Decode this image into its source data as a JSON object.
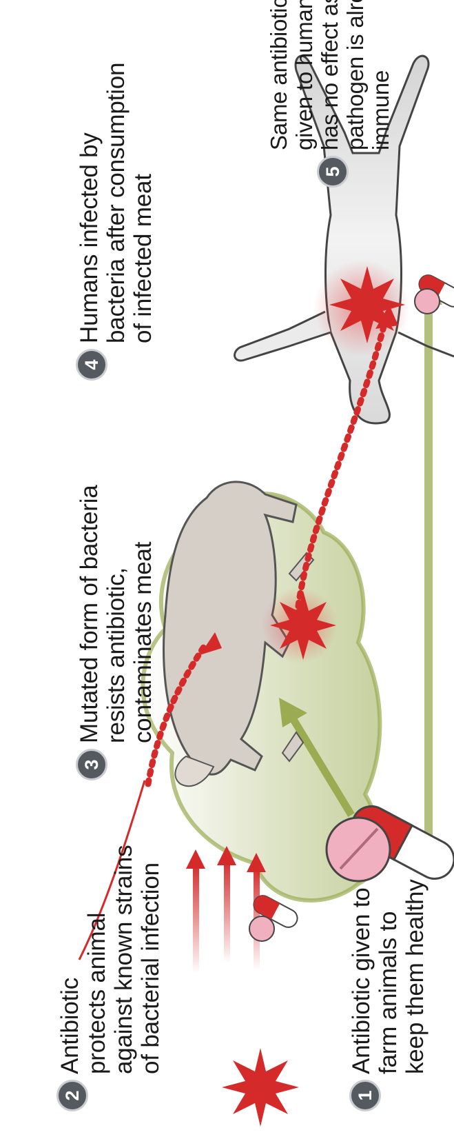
{
  "steps": [
    {
      "num": "1",
      "text": "Antibiotic given to\nfarm animals to\nkeep them healthy"
    },
    {
      "num": "2",
      "text": "Antibiotic\nprotects animal\nagainst known strains\nof bacterial infection"
    },
    {
      "num": "3",
      "text": "Mutated form of bacteria\nresists antibiotic,\ncontaminates meat"
    },
    {
      "num": "4",
      "text": "Humans infected by\nbacteria after consumption\nof infected meat"
    },
    {
      "num": "5",
      "text": "Same antibiotic\ngiven to humans\nhas no effect as the\npathogen is already\nimmune"
    }
  ],
  "colors": {
    "green": "#9aab52",
    "red": "#d42a2a",
    "pill_red": "#d42a2a",
    "pill_pink": "#f1b0bf",
    "badge": "#555a60",
    "body_fill": "#e6e6e6",
    "sheep_fill": "#d5cfc8"
  },
  "icons": [
    "pill-icon",
    "tablet-icon",
    "bacteria-star-icon",
    "sheep-icon",
    "human-figure-icon"
  ]
}
